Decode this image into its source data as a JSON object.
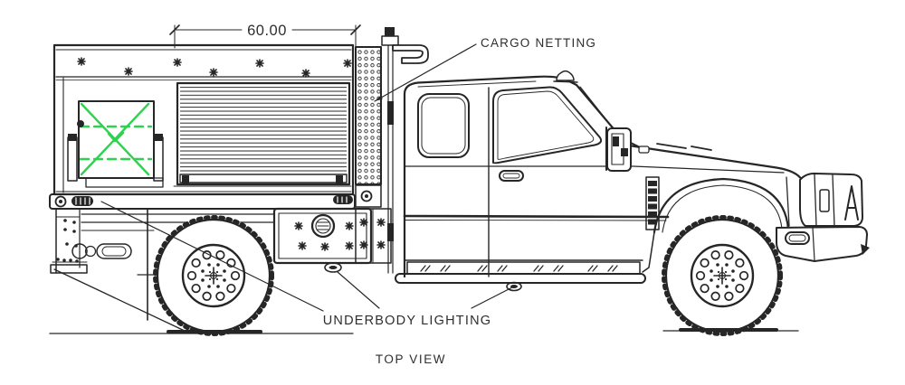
{
  "drawing": {
    "background_color": "#ffffff",
    "line_color": "#262626",
    "text_color": "#2e2e2e",
    "highlight_color": "#2fd24f",
    "annotations": {
      "dimension_label": "60.00",
      "cargo_netting_label": "CARGO NETTING",
      "underbody_lighting_label": "UNDERBODY LIGHTING",
      "view_caption": "TOP VIEW"
    }
  }
}
